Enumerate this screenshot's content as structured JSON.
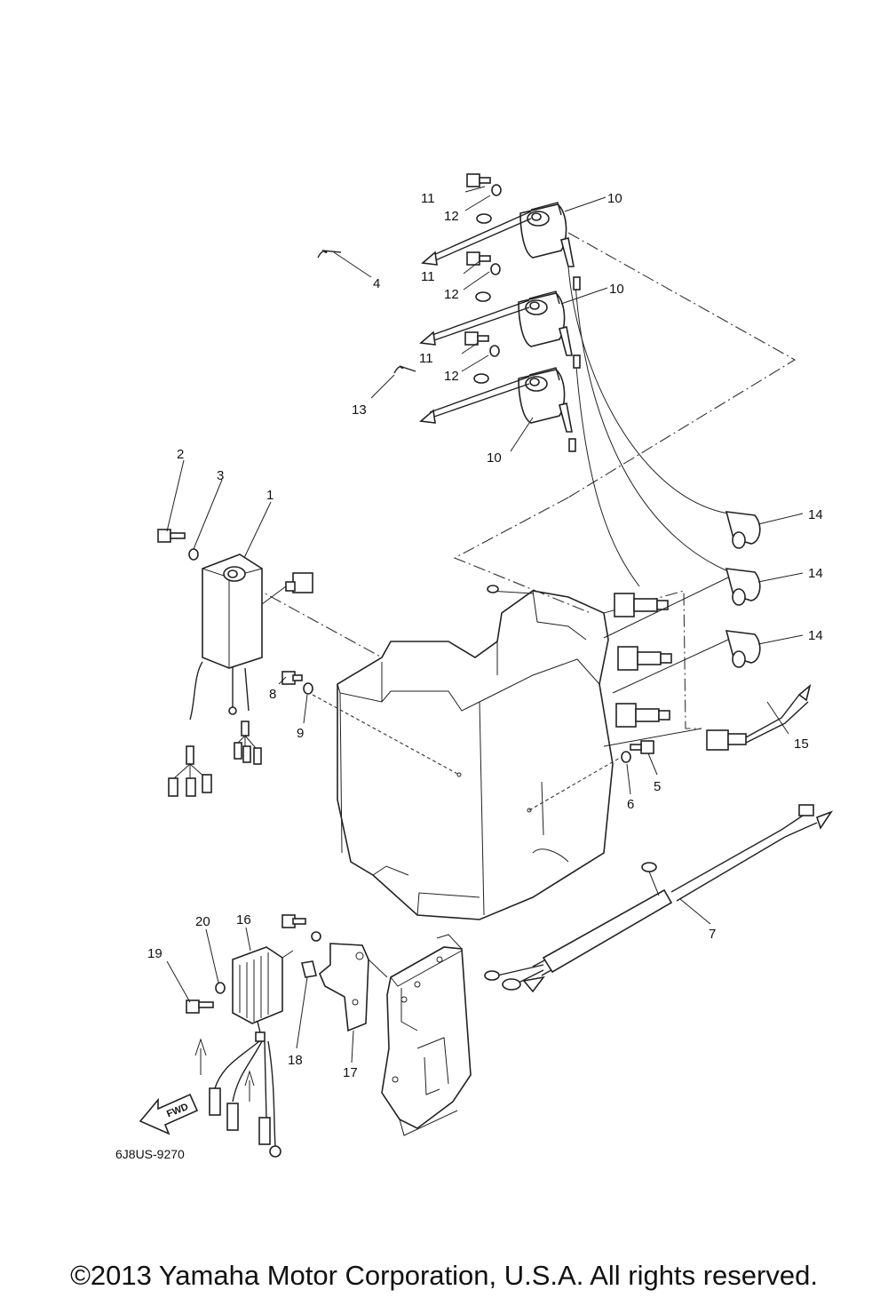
{
  "diagram": {
    "part_labels": {
      "p1": "1",
      "p2": "2",
      "p3": "3",
      "p4": "4",
      "p5": "5",
      "p6": "6",
      "p7": "7",
      "p8": "8",
      "p9": "9",
      "p10a": "10",
      "p10b": "10",
      "p10c": "10",
      "p11a": "11",
      "p11b": "11",
      "p11c": "11",
      "p12a": "12",
      "p12b": "12",
      "p12c": "12",
      "p13": "13",
      "p14a": "14",
      "p14b": "14",
      "p14c": "14",
      "p15": "15",
      "p16": "16",
      "p17": "17",
      "p18": "18",
      "p19": "19",
      "p20": "20"
    },
    "fwd_label": "FWD",
    "drawing_code": "6J8US-9270"
  },
  "footer": {
    "copyright": "©2013 Yamaha Motor Corporation, U.S.A. All rights reserved."
  }
}
